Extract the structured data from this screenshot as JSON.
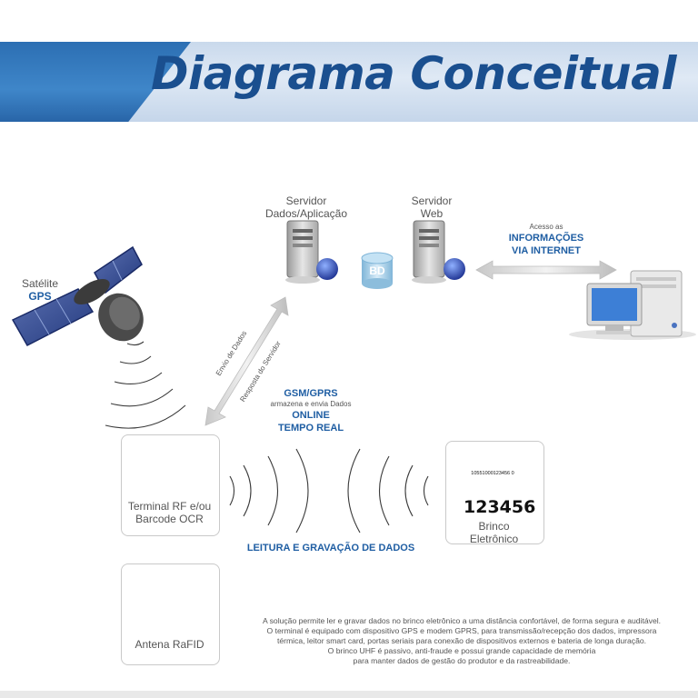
{
  "header": {
    "title": "Diagrama Conceitual"
  },
  "satellite": {
    "label": "Satélite",
    "label_bold": "GPS"
  },
  "server_app": {
    "line1": "Servidor",
    "line2": "Dados/Aplicação"
  },
  "server_web": {
    "line1": "Servidor",
    "line2": "Web"
  },
  "database": {
    "label": "BD"
  },
  "internet": {
    "small": "Acesso as",
    "line1": "INFORMAÇÕES",
    "line2": "VIA INTERNET"
  },
  "link_arrow": {
    "up": "Envio de Dados",
    "down": "Resposta do Servidor"
  },
  "gsm": {
    "title": "GSM/GPRS",
    "sub": "armazena e envia Dados",
    "line1": "ONLINE",
    "line2": "TEMPO REAL"
  },
  "terminal": {
    "line1": "Terminal RF e/ou",
    "line2": "Barcode OCR"
  },
  "tag": {
    "line1": "Brinco",
    "line2": "Eletrônico",
    "barcode_number": "10551000123456 0",
    "big_number": "123456"
  },
  "read_write": {
    "label": "LEITURA E GRAVAÇÃO DE DADOS"
  },
  "antenna": {
    "label": "Antena RaFID"
  },
  "footer": {
    "lines": [
      "A solução permite ler e gravar dados no brinco eletrônico a uma distância confortável, de forma segura e auditável.",
      "O terminal é equipado com dispositivo GPS e modem GPRS, para transmissão/recepção dos dados, impressora",
      "térmica, leitor smart card, portas seriais para conexão de dispositivos externos e bateria de longa duração.",
      "O brinco UHF é passivo, anti-fraude e possui grande capacidade de memória",
      "para manter dados de gestão do produtor e da rastreabilidade."
    ]
  }
}
